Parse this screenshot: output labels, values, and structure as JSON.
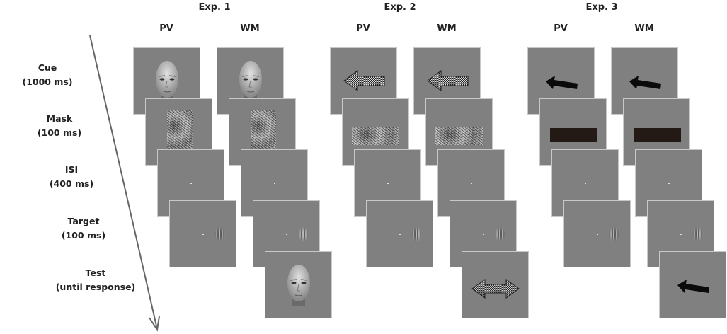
{
  "experiments": [
    {
      "title": "Exp. 1",
      "conditions": [
        "PV",
        "WM"
      ],
      "cue": "face",
      "mask": "face-noise",
      "test": "face"
    },
    {
      "title": "Exp. 2",
      "conditions": [
        "PV",
        "WM"
      ],
      "cue": "checkered-arrow",
      "mask": "bar-noise",
      "test": "double-arrow"
    },
    {
      "title": "Exp. 3",
      "conditions": [
        "PV",
        "WM"
      ],
      "cue": "black-arrow",
      "mask": "black-bar",
      "test": "black-arrow"
    }
  ],
  "phases": [
    {
      "name": "Cue",
      "duration": "(1000 ms)"
    },
    {
      "name": "Mask",
      "duration": "(100 ms)"
    },
    {
      "name": "ISI",
      "duration": "(400 ms)"
    },
    {
      "name": "Target",
      "duration": "(100 ms)"
    },
    {
      "name": "Test",
      "duration": "(until response)"
    }
  ],
  "colors": {
    "panel": "#808080",
    "panel_border": "#c8c8c8",
    "arrow_axis": "#666666"
  }
}
